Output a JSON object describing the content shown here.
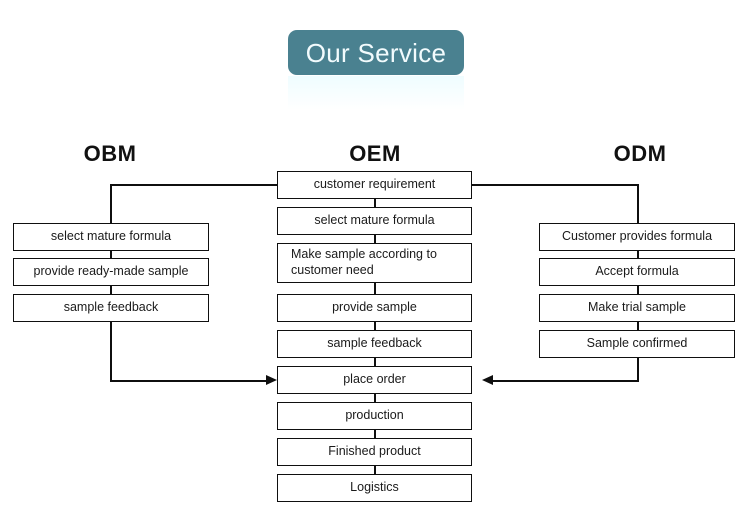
{
  "title": {
    "text": "Our Service",
    "banner_color": "#4a8190",
    "text_color": "#f2fbfd"
  },
  "columns": [
    {
      "key": "obm",
      "header": "OBM",
      "nodes": [
        {
          "label": "select mature formula"
        },
        {
          "label": "provide ready-made sample"
        },
        {
          "label": "sample feedback"
        }
      ]
    },
    {
      "key": "oem",
      "header": "OEM",
      "nodes": [
        {
          "label": "customer requirement"
        },
        {
          "label": "select mature formula"
        },
        {
          "label": "Make sample according to customer need"
        },
        {
          "label": "provide sample"
        },
        {
          "label": "sample feedback"
        },
        {
          "label": "place order"
        },
        {
          "label": "production"
        },
        {
          "label": "Finished product"
        },
        {
          "label": "Logistics"
        }
      ]
    },
    {
      "key": "odm",
      "header": "ODM",
      "nodes": [
        {
          "label": "Customer provides formula"
        },
        {
          "label": "Accept formula"
        },
        {
          "label": "Make trial sample"
        },
        {
          "label": "Sample confirmed"
        }
      ]
    }
  ],
  "colors": {
    "line": "#0f0f0f",
    "box_border": "#0f0f0f",
    "box_fill": "#ffffff",
    "text": "#1a1a1a",
    "background": "#ffffff"
  }
}
